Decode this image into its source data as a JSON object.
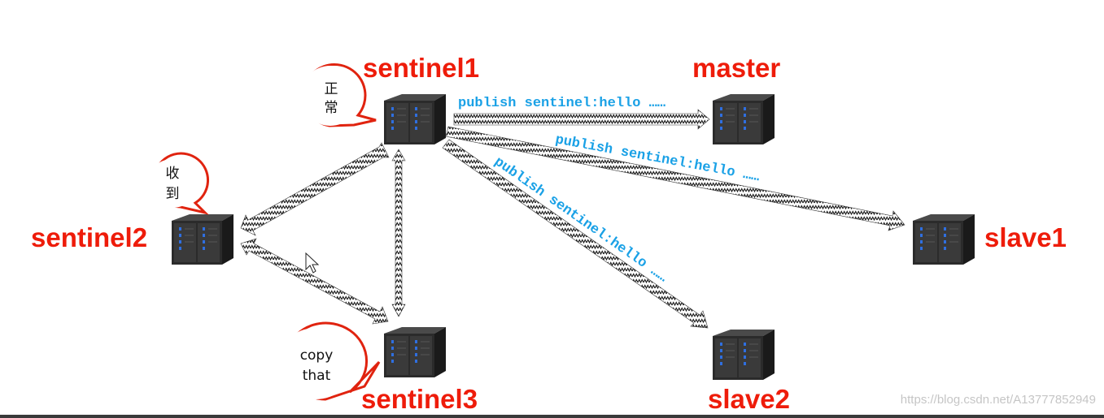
{
  "colors": {
    "node_label": "#ee1c0a",
    "edge_label": "#1aa1e6",
    "bubble_border": "#e0230f",
    "server_body": "#2b2b2b",
    "server_led": "#2f6fe0"
  },
  "nodes": {
    "sentinel1": {
      "label": "sentinel1",
      "icon": "server-rack-icon"
    },
    "master": {
      "label": "master",
      "icon": "server-rack-icon"
    },
    "sentinel2": {
      "label": "sentinel2",
      "icon": "server-rack-icon"
    },
    "slave1": {
      "label": "slave1",
      "icon": "server-rack-icon"
    },
    "sentinel3": {
      "label": "sentinel3",
      "icon": "server-rack-icon"
    },
    "slave2": {
      "label": "slave2",
      "icon": "server-rack-icon"
    }
  },
  "edges": {
    "s1_master": {
      "label": "publish sentinel:hello ……"
    },
    "s1_slave1": {
      "label": "publish sentinel:hello ……"
    },
    "s1_slave2": {
      "label": "publish sentinel:hello ……"
    }
  },
  "bubbles": {
    "sentinel1": {
      "line1": "正",
      "line2": "常"
    },
    "sentinel2": {
      "line1": "收",
      "line2": "到"
    },
    "sentinel3": {
      "line1": "copy",
      "line2": "that"
    }
  },
  "watermark": "https://blog.csdn.net/A13777852949"
}
